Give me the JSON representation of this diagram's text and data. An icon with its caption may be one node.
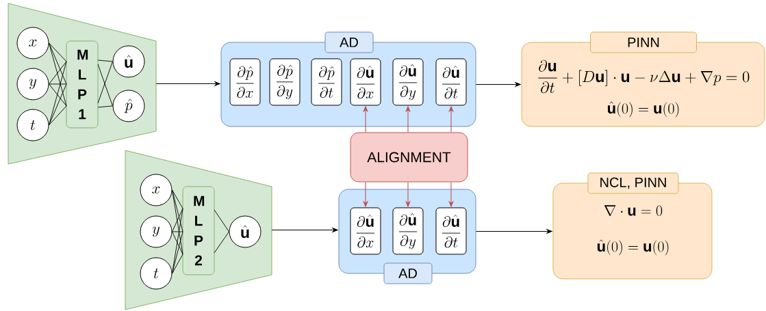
{
  "diagram": {
    "nodes": [
      {
        "text": [],
        "shape": "trapezoid"
      },
      {
        "text": [
          "x"
        ],
        "in": 0
      },
      {
        "text": [
          "y"
        ],
        "in": 0
      },
      {
        "text": [
          "t"
        ],
        "in": 0
      },
      {
        "text": [
          "M L P 1"
        ],
        "in": 0
      },
      {
        "text": [
          "\\hat{\\mathbf{u}}"
        ],
        "in": 0
      },
      {
        "text": [
          "\\hat{p}"
        ],
        "in": 0
      },
      {
        "text": [
          "AD"
        ]
      },
      {
        "text": [
          "\\frac{\\partial \\hat{p}}{\\partial x}"
        ],
        "in": 7
      },
      {
        "text": [
          "\\frac{\\partial \\hat{p}}{\\partial y}"
        ],
        "in": 7
      },
      {
        "text": [
          "\\frac{\\partial \\hat{p}}{\\partial t}"
        ],
        "in": 7
      },
      {
        "text": [
          "\\frac{\\partial \\hat{\\mathbf{u}}}{\\partial x}"
        ],
        "in": 7
      },
      {
        "text": [
          "\\frac{\\partial \\hat{\\mathbf{u}}}{\\partial y}"
        ],
        "in": 7
      },
      {
        "text": [
          "\\frac{\\partial \\hat{\\mathbf{u}}}{\\partial t}"
        ],
        "in": 7
      },
      {
        "text": [
          "PINN",
          "\\frac{\\partial \\mathbf{u}}{\\partial t}+[D\\mathbf{u}]\\cdot\\mathbf{u}-\\nu\\Delta\\mathbf{u}+\\nabla p=0",
          "\\hat{\\mathbf{u}}(0)=\\mathbf{u}(0)"
        ]
      },
      {
        "text": [
          "ALIGNMENT"
        ]
      },
      {
        "text": [],
        "shape": "trapezoid"
      },
      {
        "text": [
          "x"
        ],
        "in": 16
      },
      {
        "text": [
          "y"
        ],
        "in": 16
      },
      {
        "text": [
          "t"
        ],
        "in": 16
      },
      {
        "text": [
          "M L P 2"
        ],
        "in": 16
      },
      {
        "text": [
          "\\hat{\\mathbf{u}}"
        ],
        "in": 16
      },
      {
        "text": [
          "AD"
        ]
      },
      {
        "text": [
          "\\frac{\\partial \\hat{\\mathbf{u}}}{\\partial x}"
        ],
        "in": 22
      },
      {
        "text": [
          "\\frac{\\partial \\hat{\\mathbf{u}}}{\\partial y}"
        ],
        "in": 22
      },
      {
        "text": [
          "\\frac{\\partial \\hat{\\mathbf{u}}}{\\partial t}"
        ],
        "in": 22
      },
      {
        "text": [
          "NCL, PINN",
          "\\nabla\\cdot\\mathbf{u}=0",
          "\\hat{\\mathbf{u}}(0)=\\mathbf{u}(0)"
        ]
      }
    ],
    "edges": [
      {
        "from": 1,
        "to": 4,
        "arrow": "none"
      },
      {
        "from": 2,
        "to": 4,
        "arrow": "none"
      },
      {
        "from": 3,
        "to": 4,
        "arrow": "none"
      },
      {
        "from": 4,
        "to": 5,
        "arrow": "none"
      },
      {
        "from": 4,
        "to": 6,
        "arrow": "none"
      },
      {
        "from": 0,
        "to": 7,
        "arrow": "to"
      },
      {
        "from": 7,
        "to": 14,
        "arrow": "to"
      },
      {
        "from": 15,
        "to": 11,
        "arrow": "to",
        "color": "#b85450"
      },
      {
        "from": 15,
        "to": 12,
        "arrow": "to",
        "color": "#b85450"
      },
      {
        "from": 15,
        "to": 13,
        "arrow": "to",
        "color": "#b85450"
      },
      {
        "from": 17,
        "to": 20,
        "arrow": "none"
      },
      {
        "from": 18,
        "to": 20,
        "arrow": "none"
      },
      {
        "from": 19,
        "to": 20,
        "arrow": "none"
      },
      {
        "from": 20,
        "to": 21,
        "arrow": "none"
      },
      {
        "from": 16,
        "to": 22,
        "arrow": "to"
      },
      {
        "from": 15,
        "to": 23,
        "arrow": "to",
        "color": "#b85450"
      },
      {
        "from": 15,
        "to": 24,
        "arrow": "to",
        "color": "#b85450"
      },
      {
        "from": 15,
        "to": 25,
        "arrow": "to",
        "color": "#b85450"
      },
      {
        "from": 22,
        "to": 26,
        "arrow": "to"
      }
    ]
  }
}
